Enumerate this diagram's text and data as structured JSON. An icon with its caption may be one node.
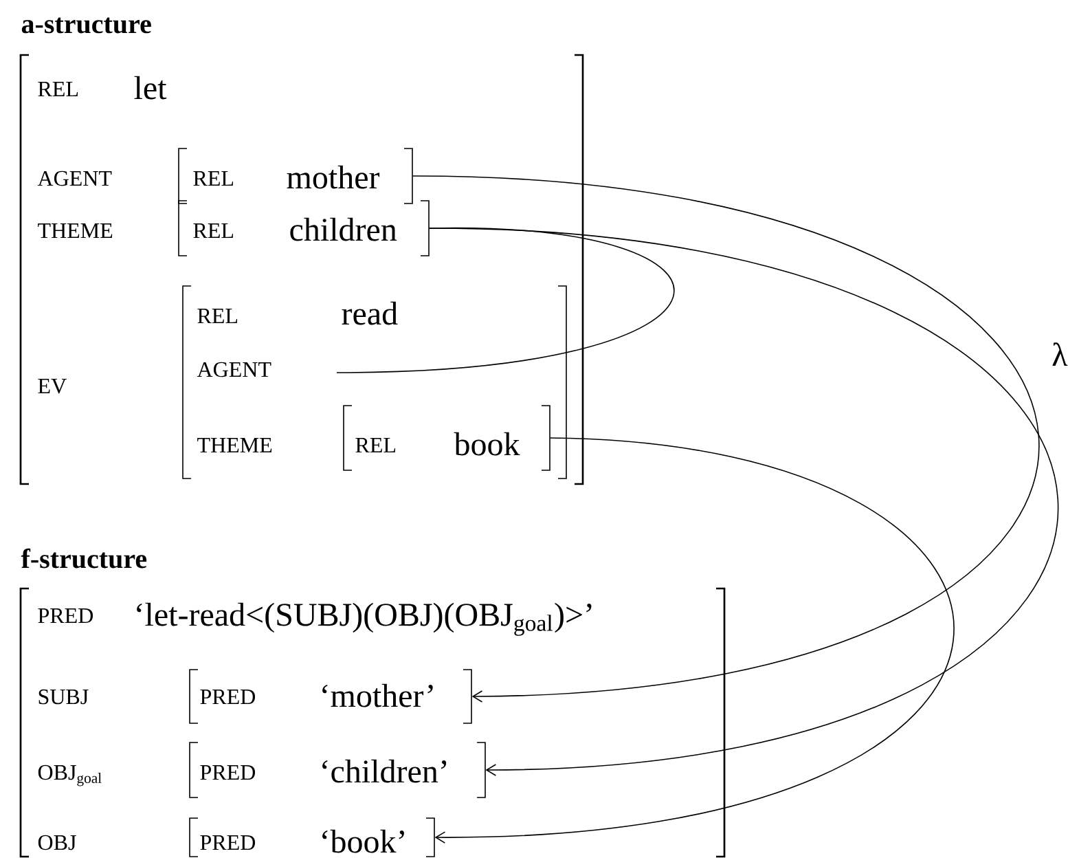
{
  "diagram": {
    "nodes": [
      {
        "text": [
          "a-structure",
          "REL",
          "let",
          "AGENT",
          "THEME",
          "EV"
        ]
      },
      {
        "text": [
          "REL",
          "mother"
        ],
        "in": 0
      },
      {
        "text": [
          "REL",
          "children"
        ],
        "in": 0
      },
      {
        "text": [
          "REL",
          "read",
          "AGENT",
          "THEME"
        ],
        "in": 0
      },
      {
        "text": [
          "REL",
          "book"
        ],
        "in": 3
      },
      {
        "text": [
          "f-structure",
          "PRED",
          "‘let-read<(SUBJ)(OBJ)(OBJ$_{goal}$)>’",
          "SUBJ",
          "OBJ$_{goal}$",
          "OBJ"
        ]
      },
      {
        "text": [
          "PRED",
          "‘mother’"
        ],
        "in": 5
      },
      {
        "text": [
          "PRED",
          "‘children’"
        ],
        "in": 5
      },
      {
        "text": [
          "PRED",
          "‘book’"
        ],
        "in": 5
      }
    ],
    "edges": [
      {
        "from": 1,
        "to": 6,
        "arrow": "to"
      },
      {
        "from": 2,
        "to": 7,
        "arrow": "to"
      },
      {
        "from": 2,
        "to": null,
        "arrow": "none"
      },
      {
        "from": 4,
        "to": 8,
        "arrow": "to"
      }
    ],
    "labels": [
      "λ"
    ]
  }
}
